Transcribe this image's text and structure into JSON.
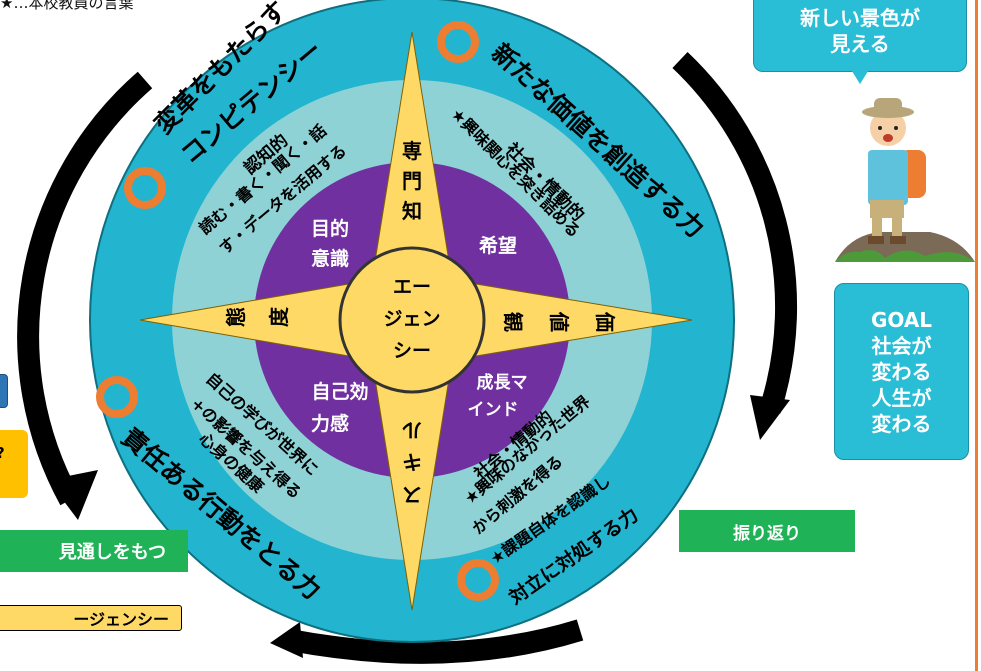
{
  "note": {
    "mark": "★…",
    "text": "本校教員の言葉"
  },
  "outer_ring": {
    "top_left": "変革をもたらすコンピテンシー",
    "top_left_line1": "変革をもたらす",
    "top_left_line2": "コンピテンシー",
    "top_right": "新たな価値を創造する力",
    "bottom_left": "責任ある行動をとる力",
    "bottom_right": "対立に対処する力"
  },
  "middle_ring": {
    "top_left_line1": "認知的",
    "top_left_line2": "読む・書く・聞く・話",
    "top_left_line3": "す・データを活用する",
    "top_right_line1": "社会・情動的",
    "top_right_line2": "★興味関心を突き詰める",
    "bottom_left_line1": "自己の学びが世界に",
    "bottom_left_line2": "+の影響を与え得る",
    "bottom_left_line3": "心身の健康",
    "bottom_right_line1": "社会・情動的",
    "bottom_right_line2": "★興味のなかった世界",
    "bottom_right_line3": "から刺激を得る",
    "bottom_right_line4": "★課題自体を認識し"
  },
  "inner_ring": {
    "top_left": "目的意識",
    "top_left_line1": "目的",
    "top_left_line2": "意識",
    "top_right": "希望",
    "bottom_left_line1": "自己効",
    "bottom_left_line2": "力感",
    "bottom_right_line1": "成長マ",
    "bottom_right_line2": "インド"
  },
  "compass": {
    "north_chars": [
      "専",
      "門",
      "知"
    ],
    "east_chars": [
      "価",
      "値",
      "観"
    ],
    "south_chars": [
      "ス",
      "キ",
      "ル"
    ],
    "west_chars": [
      "態",
      "度"
    ]
  },
  "center": {
    "line1": "エー",
    "line2": "ジェン",
    "line3": "シー"
  },
  "right_panel": {
    "view_line1": "新しい景色が",
    "view_line2": "見える",
    "goal_line1": "GOAL",
    "goal_line2": "社会が",
    "goal_line3": "変わる",
    "goal_line4": "人生が",
    "goal_line5": "変わる"
  },
  "labels": {
    "reflection": "振り返り",
    "anticipation": "見通しをもつ",
    "agency_partial": "ージェンシー",
    "left_partial": "?"
  },
  "colors": {
    "outer_ring": "#23b5cf",
    "middle_ring": "#8ed2d6",
    "inner_ring": "#7030a0",
    "compass_star": "#ffd966",
    "ring_marker": "#ed7d31",
    "callout": "#29bdd6",
    "green_label": "#1fb256",
    "arrow": "#000000"
  },
  "icons": {
    "ring_markers": "orange-ring-icon",
    "hiker": "hiker-illustration",
    "cycle_arrows": "circular-arrow-icon"
  }
}
